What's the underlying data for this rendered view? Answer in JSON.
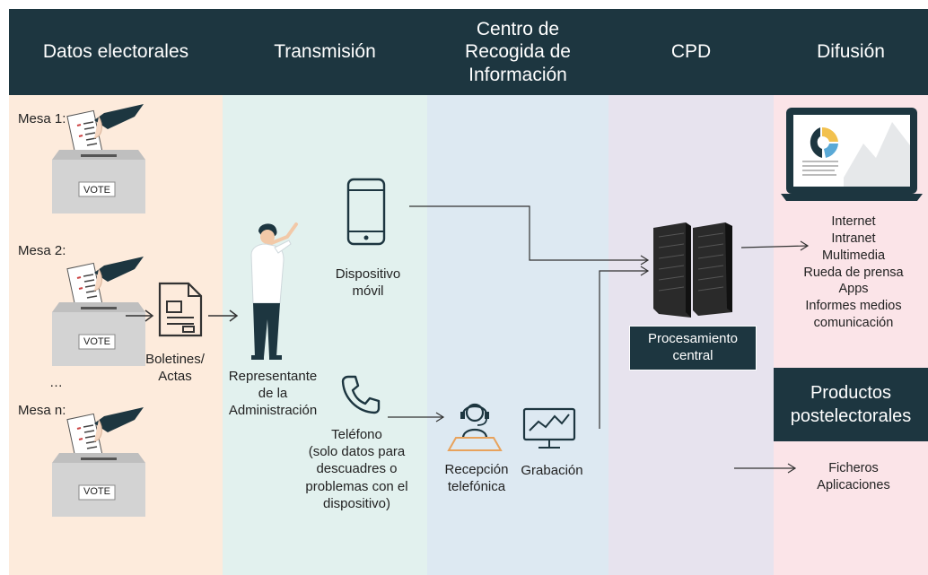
{
  "header": {
    "col1": "Datos electorales",
    "col2": "Transmisión",
    "col3_line1": "Centro de",
    "col3_line2": "Recogida de",
    "col3_line3": "Información",
    "col4": "CPD",
    "col5": "Difusión"
  },
  "colors": {
    "header": "#1d3640",
    "col_datos": "#fdebdc",
    "col_transmision": "#e2f1ee",
    "col_centro": "#dde9f2",
    "col_cpd": "#e7e3ee",
    "col_difusion": "#fbe4e8"
  },
  "mesas": [
    {
      "label": "Mesa 1:",
      "vote": "VOTE"
    },
    {
      "label": "Mesa 2:",
      "vote": "VOTE"
    },
    {
      "label": "Mesa n:",
      "vote": "VOTE"
    }
  ],
  "ellipsis": "…",
  "boletines_line1": "Boletines/",
  "boletines_line2": "Actas",
  "representante": {
    "line1": "Representante",
    "line2": "de la",
    "line3": "Administración"
  },
  "dispositivo": {
    "line1": "Dispositivo",
    "line2": "móvil"
  },
  "telefono": {
    "line1": "Teléfono",
    "line2": "(solo datos para",
    "line3": "descuadres o",
    "line4": "problemas con el",
    "line5": "dispositivo)"
  },
  "recepcion": {
    "line1": "Recepción",
    "line2": "telefónica"
  },
  "grabacion": "Grabación",
  "procesamiento": {
    "line1": "Procesamiento",
    "line2": "central"
  },
  "difusion_items": [
    "Internet",
    "Intranet",
    "Multimedia",
    "Rueda de prensa",
    "Apps",
    "Informes medios",
    "comunicación"
  ],
  "productos": {
    "line1": "Productos",
    "line2": "postelectorales"
  },
  "productos_items": [
    "Ficheros",
    "Aplicaciones"
  ],
  "icons": [
    "ballot-box-icon",
    "hand-ballot-icon",
    "document-icon",
    "person-icon",
    "mobile-phone-icon",
    "telephone-icon",
    "headset-operator-icon",
    "monitor-chart-icon",
    "server-icon",
    "laptop-dashboard-icon"
  ]
}
